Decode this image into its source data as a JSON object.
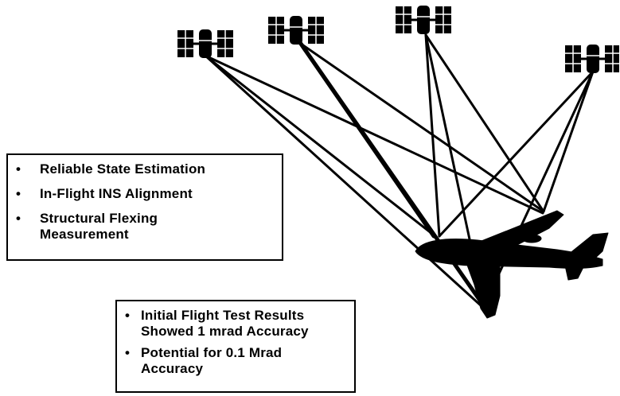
{
  "diagram": {
    "satellites": [
      {
        "id": "satellite-1"
      },
      {
        "id": "satellite-2"
      },
      {
        "id": "satellite-3"
      },
      {
        "id": "satellite-4"
      }
    ],
    "aircraft": {
      "icon": "aircraft-icon"
    },
    "colors": {
      "ink": "#000000",
      "background": "#ffffff"
    }
  },
  "left_box": {
    "items": [
      {
        "bullet": "•",
        "text": "Reliable State Estimation"
      },
      {
        "bullet": "•",
        "text": "In-Flight INS Alignment"
      },
      {
        "bullet": "•",
        "text": "Structural Flexing Measurement"
      }
    ]
  },
  "bottom_box": {
    "items": [
      {
        "bullet": "•",
        "text": "Initial Flight Test Results Showed 1 mrad Accuracy"
      },
      {
        "bullet": "•",
        "text": "Potential for 0.1 Mrad Accuracy"
      }
    ]
  }
}
